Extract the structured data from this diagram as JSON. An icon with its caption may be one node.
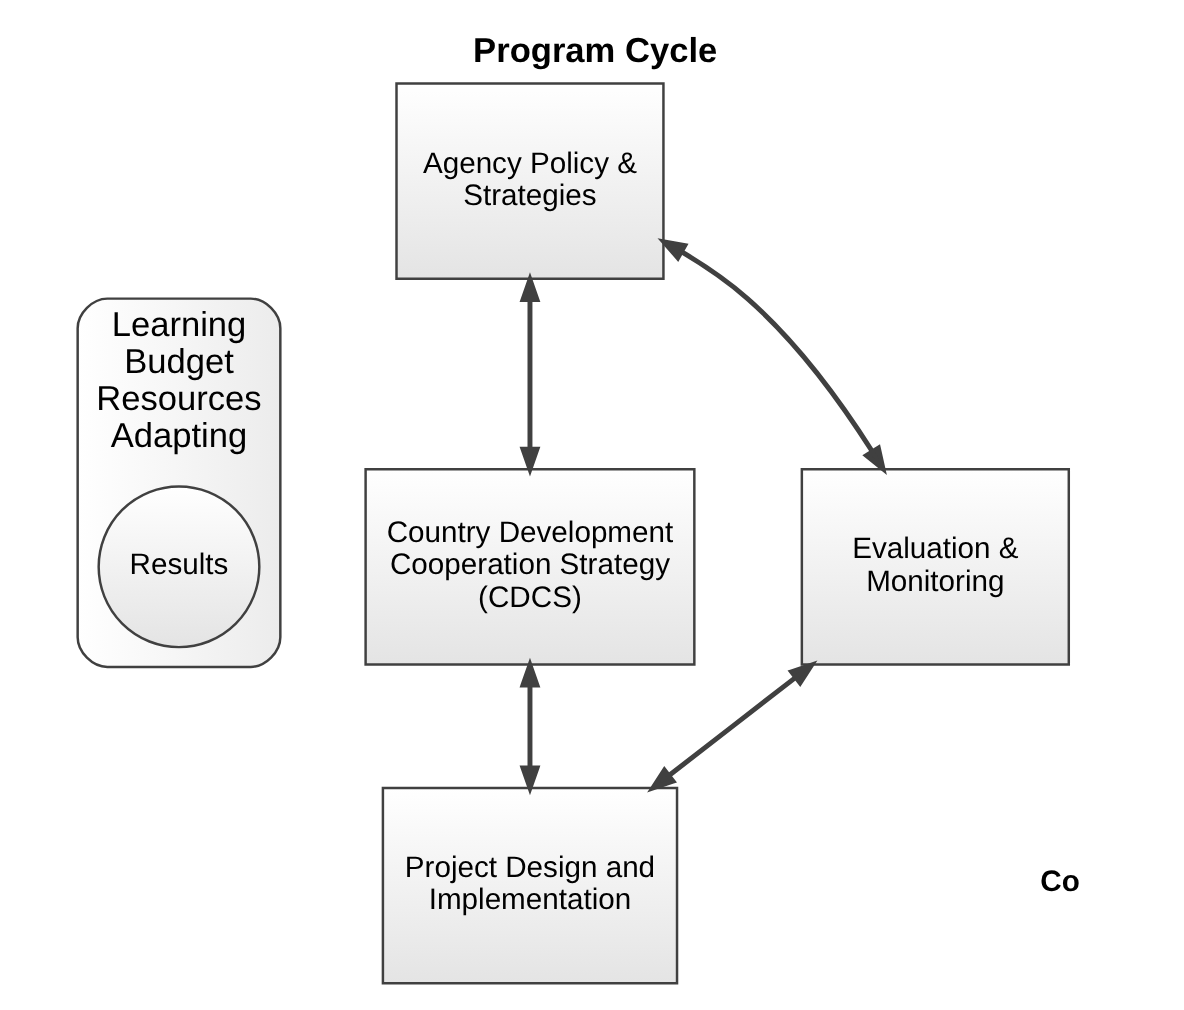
{
  "diagram": {
    "title": "Program Cycle",
    "nodes": [
      {
        "text": [
          "Agency Policy & Strategies"
        ]
      },
      {
        "text": [
          "Evaluation & Monitoring"
        ]
      },
      {
        "text": [
          "Learning",
          "Budget",
          "Resources",
          "Adapting"
        ]
      },
      {
        "text": [
          "Results"
        ],
        "in": 2
      },
      {
        "text": [
          "Country Development Cooperation Strategy (CDCS)"
        ]
      },
      {
        "text": [
          "Project Design and Implementation"
        ]
      }
    ],
    "edges": [
      {
        "from": 0,
        "to": 4,
        "arrow": "both"
      },
      {
        "from": 4,
        "to": 5,
        "arrow": "both"
      },
      {
        "from": 5,
        "to": 1,
        "arrow": "both"
      },
      {
        "from": 1,
        "to": 0,
        "arrow": "both"
      }
    ],
    "labels": [
      "Co"
    ]
  }
}
